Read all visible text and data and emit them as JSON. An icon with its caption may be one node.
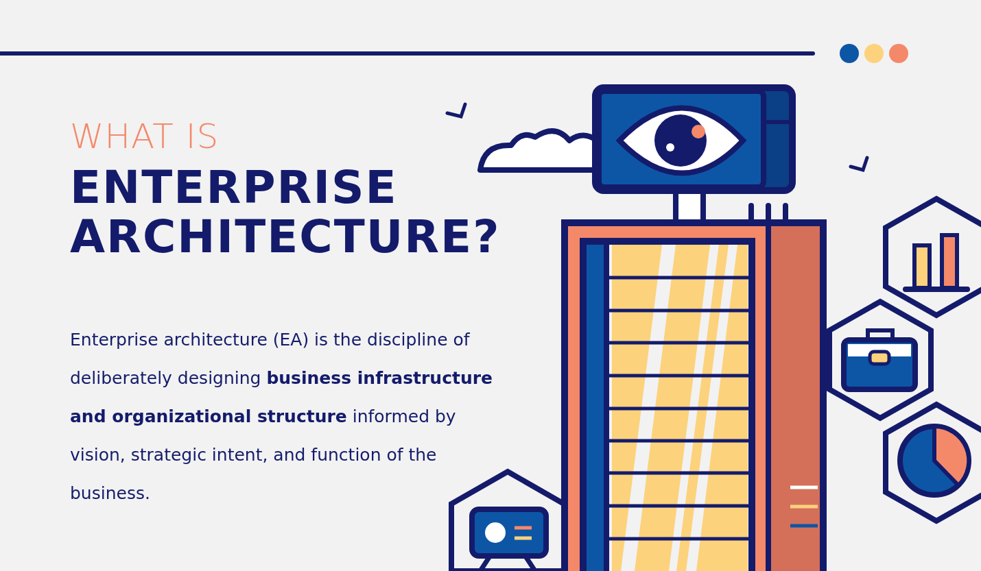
{
  "diagram": {
    "labels": [
      "WHAT IS",
      "ENTERPRISE ARCHITECTURE?",
      "Enterprise architecture (EA) is the discipline of deliberately designing **business infrastructure and organizational structure** informed by vision, strategic intent, and function of the business."
    ]
  }
}
